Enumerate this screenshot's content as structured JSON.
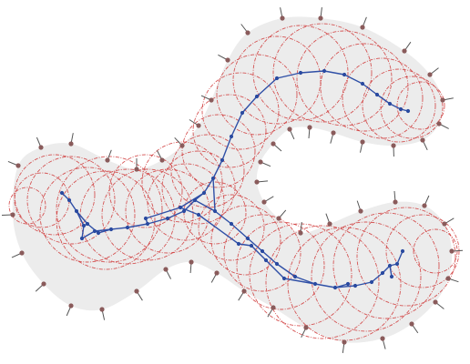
{
  "colors": {
    "background": "#ffffff",
    "shape_fill": "#ececec",
    "circles": "#d03a3a",
    "skeleton": "#2f4fa6",
    "skeleton_node": "#2a4aa0",
    "boundary_point": "#8a5b5b",
    "normal": "#555555"
  },
  "diagram": {
    "description_kind": "medial-axis skeleton with inscribed circles and boundary normals",
    "skeleton_nodes_count_visible": 52,
    "boundary_points_count_visible": 60
  }
}
